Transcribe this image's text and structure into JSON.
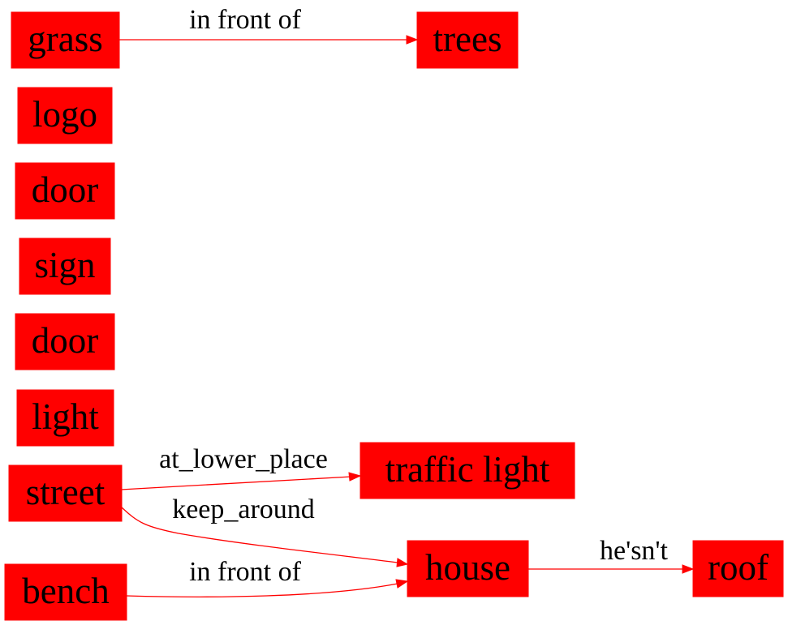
{
  "graph": {
    "nodes": {
      "grass": "grass",
      "trees": "trees",
      "logo": "logo",
      "door_1": "door",
      "sign": "sign",
      "door_2": "door",
      "light": "light",
      "street": "street",
      "traffic_light": "traffic light",
      "bench": "bench",
      "house": "house",
      "roof": "roof"
    },
    "edges": {
      "grass_trees": "in front of",
      "street_traffic_light": "at_lower_place",
      "street_house": "keep_around",
      "bench_house": "in front of",
      "house_roof": "he'sn't"
    }
  },
  "colors": {
    "node_fill": "#ff0000",
    "edge": "#ff0000",
    "text": "#000000"
  }
}
